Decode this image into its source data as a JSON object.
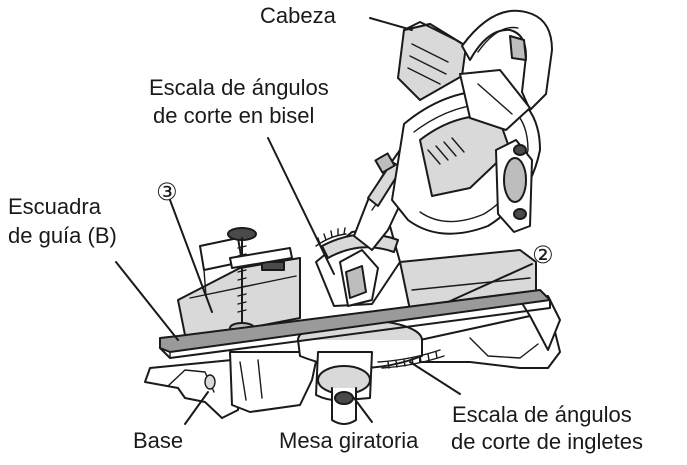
{
  "labels": {
    "head": "Cabeza",
    "bevel_scale_line1": "Escala de ángulos",
    "bevel_scale_line2": "de corte en bisel",
    "guide_square_line1": "Escuadra",
    "guide_square_line2": "de guía (B)",
    "callout_3": "③",
    "callout_2": "②",
    "base": "Base",
    "turntable": "Mesa giratoria",
    "miter_scale_line1": "Escala de ángulos",
    "miter_scale_line2": "de corte de ingletes"
  },
  "colors": {
    "ink": "#1a1a1a",
    "workpiece": "#9a9a9a",
    "metal_light": "#d9d9d9",
    "metal_mid": "#bdbdbd"
  }
}
